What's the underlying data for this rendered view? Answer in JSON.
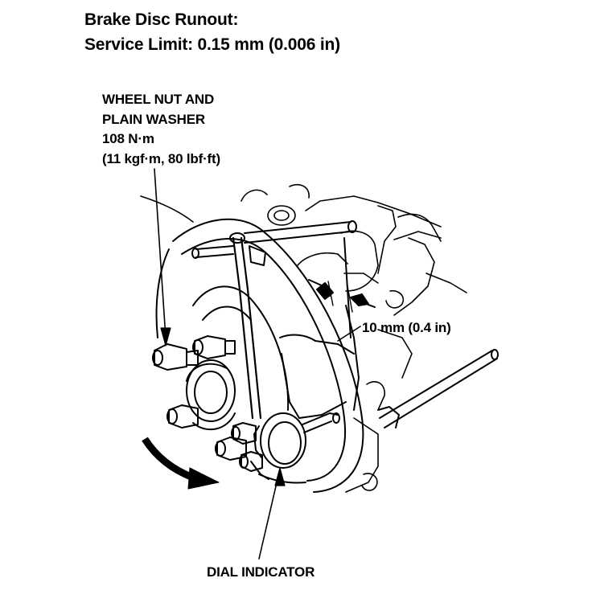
{
  "header": {
    "line1": "Brake Disc Runout:",
    "line2": "Service Limit: 0.15 mm (0.006 in)"
  },
  "callouts": {
    "wheel_nut": {
      "line1": "WHEEL NUT AND",
      "line2": "PLAIN WASHER",
      "line3": "108 N·m",
      "line4": "(11 kgf·m, 80 lbf·ft)"
    },
    "distance": "10 mm (0.4 in)",
    "dial_indicator": "DIAL INDICATOR"
  },
  "colors": {
    "ink": "#000000",
    "paper": "#ffffff"
  }
}
